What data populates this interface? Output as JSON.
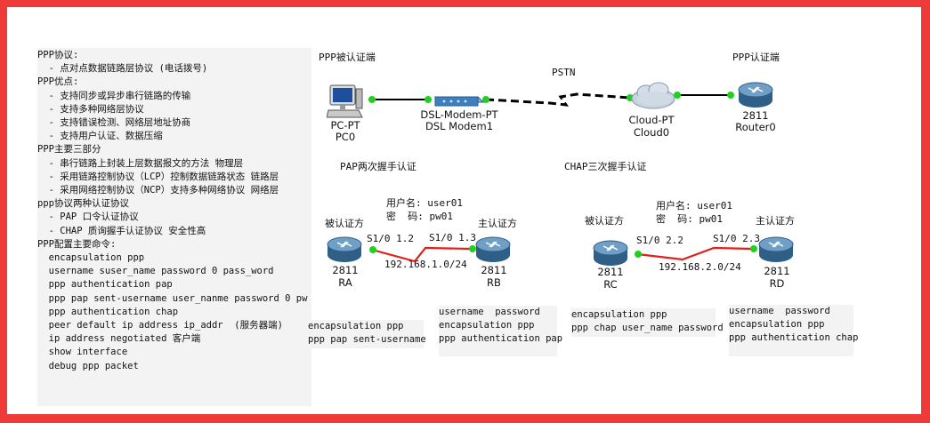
{
  "notes": {
    "left_lines": [
      "PPP协议:",
      "  - 点对点数据链路层协议 (电话拨号)",
      "PPP优点:",
      "  - 支持同步或异步串行链路的传输",
      "  - 支持多种网络层协议",
      "  - 支持错误检测、网络层地址协商",
      "  - 支持用户认证、数据压缩",
      "PPP主要三部分",
      "  - 串行链路上封装上层数据报文的方法 物理层",
      "  - 采用链路控制协议（LCP）控制数据链路状态 链路层",
      "  - 采用网络控制协议（NCP）支持多种网络协议 网络层",
      "ppp协议两种认证协议",
      "  - PAP 口令认证协议",
      "  - CHAP 质询握手认证协议 安全性高",
      "PPP配置主要命令:",
      "  encapsulation ppp",
      "  username suser_name password 0 pass_word",
      "  ppp authentication pap",
      "  ppp pap sent-username user_nanme password 0 pw",
      "  ppp authentication chap",
      "  peer default ip address ip_addr  (服务器端)",
      "  ip address negotiated 客户端",
      "  show interface",
      "  debug ppp packet"
    ],
    "ra_cmds": "encapsulation ppp\nppp pap sent-username",
    "rb_cmds": "username  password\nencapsulation ppp\nppp authentication pap",
    "rc_cmds": "encapsulation ppp\nppp chap user_name password",
    "rd_cmds": "username  password\nencapsulation ppp\nppp authentication chap"
  },
  "labels": {
    "ppp_client": "PPP被认证端",
    "ppp_server": "PPP认证端",
    "pstn": "PSTN",
    "pap_title": "PAP两次握手认证",
    "chap_title": "CHAP三次握手认证",
    "pap_user": "用户名: user01",
    "pap_pass": "密  码: pw01",
    "chap_user": "用户名: user01",
    "chap_pass": "密  码: pw01",
    "ra_role": "被认证方",
    "rb_role": "主认证方",
    "rc_role": "被认证方",
    "rd_role": "主认证方",
    "ra_port": "S1/0 1.2",
    "rb_port": "S1/0 1.3",
    "rc_port": "S1/0 2.2",
    "rd_port": "S1/0 2.3",
    "net1": "192.168.1.0/24",
    "net2": "192.168.2.0/24"
  },
  "devices": {
    "pc": {
      "model": "PC-PT",
      "name": "PC0"
    },
    "modem": {
      "model": "DSL-Modem-PT",
      "name": "DSL Modem1"
    },
    "cloud": {
      "model": "Cloud-PT",
      "name": "Cloud0"
    },
    "router0": {
      "model": "2811",
      "name": "Router0"
    },
    "ra": {
      "model": "2811",
      "name": "RA"
    },
    "rb": {
      "model": "2811",
      "name": "RB"
    },
    "rc": {
      "model": "2811",
      "name": "RC"
    },
    "rd": {
      "model": "2811",
      "name": "RD"
    }
  },
  "colors": {
    "border": "#ef3a3a",
    "serial_link": "#e0201c",
    "link_up": "#1fd11f",
    "router": "#3d6f98"
  }
}
